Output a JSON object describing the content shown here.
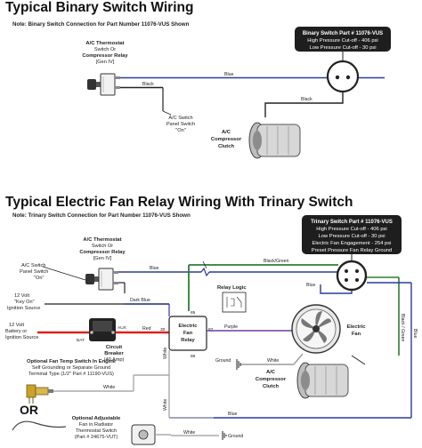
{
  "title1": "Typical Binary Switch Wiring",
  "note1": "Note:  Binary Switch Connection for Part Number 11076-VUS Shown",
  "binary_box": {
    "title": "Binary Switch  Part # 11076-VUS",
    "line1": "High Pressure Cut-off - 406 psi",
    "line2": "Low Pressure Cut-off - 30 psi"
  },
  "top": {
    "thermostat_l1": "A/C Thermostat",
    "thermostat_l2": "Switch Or",
    "thermostat_l3": "Compressor Relay",
    "thermostat_l4": "[Gen IV]",
    "wire_blue": "Blue",
    "wire_black1": "Black",
    "wire_black2": "Black",
    "panel_l1": "A/C Switch",
    "panel_l2": "Panel Switch",
    "panel_l3": "\"On\"",
    "comp_l1": "A/C",
    "comp_l2": "Compressor",
    "comp_l3": "Clutch"
  },
  "title2": "Typical Electric Fan Relay Wiring With Trinary Switch",
  "note2": "Note:  Trinary Switch Connection for Part Number 11076-VUS Shown",
  "trinary_box": {
    "title": "Trinary Switch  Part # 11076-VUS",
    "line1": "High Pressure Cut-off - 406 psi",
    "line2": "Low Pressure Cut-off - 30 psi",
    "line3": "Electric Fan Engagement - 254 psi",
    "line4": "Preset Pressure Fan Relay Ground"
  },
  "bottom": {
    "thermostat_l1": "A/C Thermostat",
    "thermostat_l2": "Switch Or",
    "thermostat_l3": "Compressor Relay",
    "thermostat_l4": "[Gen IV]",
    "acsw_l1": "A/C Switch",
    "acsw_l2": "Panel Switch",
    "acsw_l3": "\"On\"",
    "key_l1": "12 Volt",
    "key_l2": "\"Key On\"",
    "key_l3": "Ignition Source",
    "bat_l1": "12 Volt",
    "bat_l2": "Battery or",
    "bat_l3": "Ignition Source",
    "bat_tag": "BAT",
    "aux_tag": "AUX",
    "breaker_l1": "Circuit",
    "breaker_l2": "Breaker",
    "breaker_l3": "(40 Amp)",
    "wire_blue1": "Blue",
    "wire_darkblue": "Dark Blue",
    "wire_red": "Red",
    "wire_blackgreen": "Black/Green",
    "wire_blackgreen_v": "Black / Green",
    "wire_blue_v": "Blue",
    "wire_blue2": "Blue",
    "wire_blue3": "Blue",
    "wire_purple": "Purple",
    "wire_white1": "White",
    "wire_white2": "White",
    "wire_white3": "White",
    "wire_white_v1": "White",
    "wire_white_v2": "White",
    "ground1": "Ground",
    "ground2": "Ground",
    "relay_logic": "Relay Logic",
    "relay_l1": "Electric",
    "relay_l2": "Fan",
    "relay_l3": "Relay",
    "pin85": "85",
    "pin86": "86",
    "pin30": "30",
    "pin87": "87",
    "fan_l1": "Electric",
    "fan_l2": "Fan",
    "comp_l1": "A/C",
    "comp_l2": "Compressor",
    "comp_l3": "Clutch",
    "opt1_l1": "Optional Fan Temp Switch In Engine",
    "opt1_l2": "Self Grounding or Separate Ground",
    "opt1_l3": "Terminal Type (1/2\" Part # 11190-VUS)",
    "or_text": "OR",
    "opt2_l1": "Optional Adjustable",
    "opt2_l2": "Fan in Radiator",
    "opt2_l3": "Thermostat Switch",
    "opt2_l4": "(Part # 24675-VUT)"
  },
  "colors": {
    "blue_wire": "#2b3a9c",
    "black_wire": "#222222",
    "red_wire": "#e0201c",
    "green_wire": "#2e7d32",
    "purple_wire": "#6a3fa0",
    "box_bg": "#1e1e1e"
  }
}
